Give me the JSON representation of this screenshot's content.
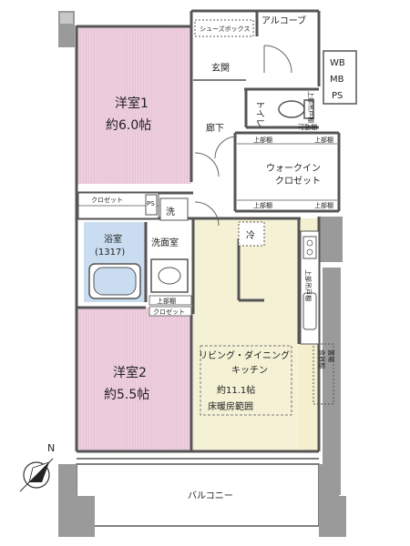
{
  "colors": {
    "western_room": "#e8c4d8",
    "ldk": "#f3efcf",
    "bath": "#c9dcf0",
    "wall": "#9a9a9a",
    "floor": "#ffffff"
  },
  "rooms": {
    "shoe_box": "シューズボックス",
    "alcove": "アルコーブ",
    "entrance": "玄関",
    "wb": "WB",
    "mb": "MB",
    "ps": "PS",
    "toilet": "トイレ",
    "corridor": "廊下",
    "room1_name": "洋室1",
    "room1_size": "約6.0帖",
    "walkin_line1": "ウォークイン",
    "walkin_line2": "クロゼット",
    "closet_small": "クロゼット",
    "ps_small": "PS",
    "wash_short": "洗",
    "refrigerator": "冷",
    "bath_name": "浴室",
    "bath_size": "(1317)",
    "washroom": "洗面室",
    "ldk_line1": "リビング・ダイニング",
    "ldk_line2": "キッチン",
    "ldk_size": "約11.1帖",
    "floor_heating": "床暖房範囲",
    "pantry_line1": "食器棚",
    "pantry_line2": "置場",
    "room2_name": "洋室2",
    "room2_size": "約5.5帖",
    "balcony": "バルコニー",
    "compass_n": "N"
  },
  "storage_labels": {
    "upper_shelf": "上部棚",
    "upper_shelf_2": "上部棚",
    "upper_shelf_3": "上部棚",
    "upper_shelf_4": "上部棚",
    "movable_shelf": "可動棚",
    "upper_cabinet": "上部吊戸棚",
    "upper_shelf_wash": "上部棚",
    "closet_wash": "クロゼット",
    "toilet_upper": "上部吊戸棚"
  }
}
